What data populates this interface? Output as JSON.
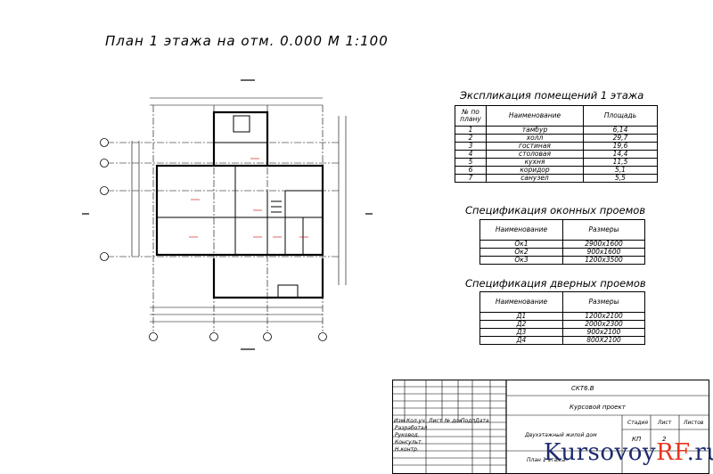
{
  "drawing": {
    "title": "План 1 этажа на отм. 0.000 М 1:100"
  },
  "rooms_table": {
    "title": "Экспликация помещений 1 этажа",
    "headers": [
      "№ по плану",
      "Наименование",
      "Площадь"
    ],
    "rows": [
      [
        "1",
        "тамбур",
        "6,14"
      ],
      [
        "2",
        "холл",
        "29,7"
      ],
      [
        "3",
        "гостиная",
        "19,6"
      ],
      [
        "4",
        "столовая",
        "14,4"
      ],
      [
        "5",
        "кухня",
        "11,5"
      ],
      [
        "6",
        "коридор",
        "5,1"
      ],
      [
        "7",
        "санузел",
        "5,5"
      ]
    ]
  },
  "windows_table": {
    "title": "Спецификация оконных проемов",
    "headers": [
      "Наименование",
      "Размеры"
    ],
    "rows": [
      [
        "Ок1",
        "2900х1600"
      ],
      [
        "Ок2",
        "900х1600"
      ],
      [
        "Ок3",
        "1200х3500"
      ]
    ]
  },
  "doors_table": {
    "title": "Спецификация дверных проемов",
    "headers": [
      "Наименование",
      "Размеры"
    ],
    "rows": [
      [
        "Д1",
        "1200х2100"
      ],
      [
        "Д2",
        "2000х2300"
      ],
      [
        "Д3",
        "900х2100"
      ],
      [
        "Д4",
        "800Х2100"
      ]
    ]
  },
  "title_block": {
    "code": "СКТ6.В",
    "project": "Курсовой проект",
    "object": "Двухэтажный жилой дом",
    "sheet_name": "План 1 этажа",
    "headers": [
      "Стадия",
      "Лист",
      "Листов"
    ],
    "values": [
      "КП",
      "2"
    ],
    "col_labels": [
      "Изм",
      "Кол.уч",
      "Лист",
      "№ док",
      "Подп",
      "Дата"
    ],
    "roles": [
      "Разработал",
      "Руковод.",
      "Консульт.",
      "Н.контр."
    ]
  },
  "watermark": {
    "main": "Kursovoy",
    "accent": "RF",
    "suffix": ".ru"
  },
  "colors": {
    "ink": "#000000",
    "room_labels": "#cc0000",
    "watermark_main": "#1d2a6e",
    "watermark_accent": "#e8331c"
  }
}
